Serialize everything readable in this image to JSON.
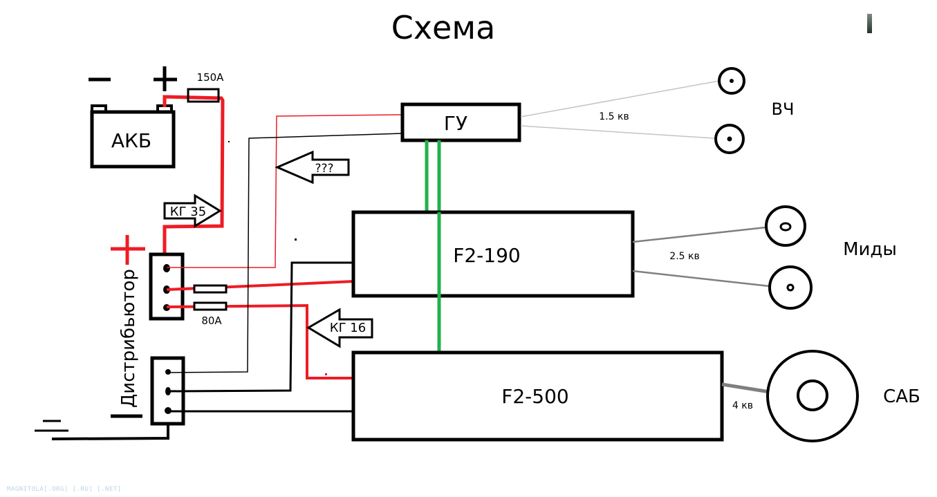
{
  "title": "Схема",
  "battery": {
    "label": "АКБ",
    "minus": "−",
    "plus": "+"
  },
  "fuses": {
    "main": "150A",
    "distributor": "80A"
  },
  "cables": {
    "power": "КГ 35",
    "amp_power": "КГ 16",
    "question": "???"
  },
  "head_unit": {
    "label": "ГУ"
  },
  "amplifiers": [
    {
      "label": "F2-190"
    },
    {
      "label": "F2-500"
    }
  ],
  "speakers": {
    "tweeters": {
      "label": "ВЧ",
      "wire": "1.5 кв"
    },
    "mids": {
      "label": "Миды",
      "wire": "2.5 кв"
    },
    "sub": {
      "label": "САБ",
      "wire": "4 кв"
    }
  },
  "distributor": {
    "label": "Дистрибьютор",
    "plus": "+",
    "minus": "−"
  },
  "watermark": "MAGNITOLA[.ORG] [.RU] [.NET]",
  "colors": {
    "power": "#ed1c24",
    "signal": "#22b14c",
    "speaker_wire": "#7f7f7f",
    "thin_speaker_wire": "#c3c3c3"
  }
}
